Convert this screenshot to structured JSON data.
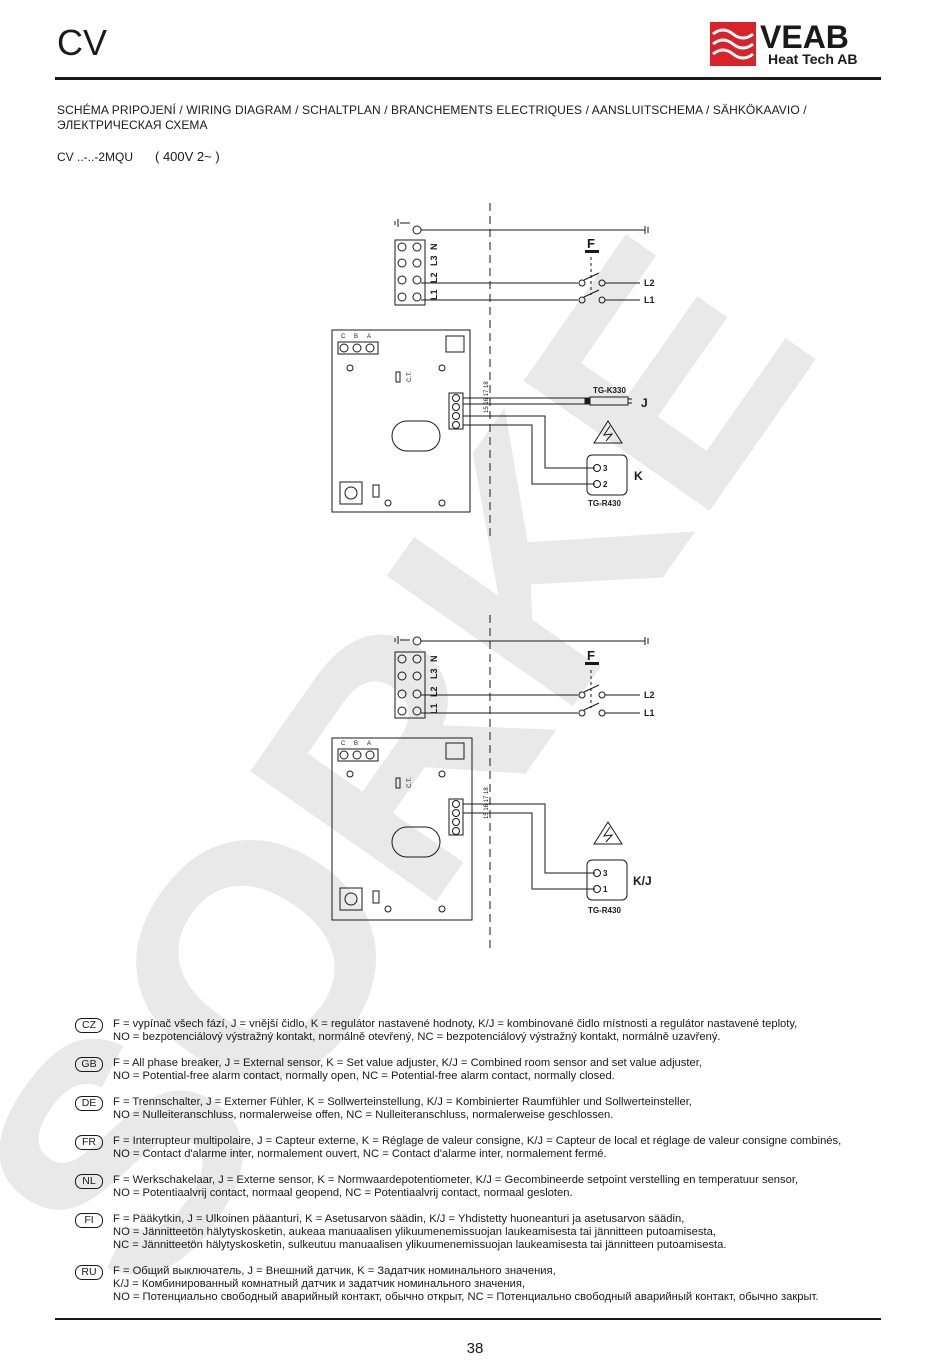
{
  "header": {
    "title": "CV",
    "logo_word": "VEAB",
    "logo_sub": "Heat Tech AB"
  },
  "heading_line1": "SCHÉMA PRIPOJENÍ  /  WIRING DIAGRAM  /  SCHALTPLAN  /  BRANCHEMENTS ELECTRIQUES  /  AANSLUITSCHEMA  /  SÄHKÖKAAVIO  /",
  "heading_line2": "ЭЛЕКТРИЧЕСКАЯ СХЕМА",
  "model": {
    "code": "CV ..-..-2MQU",
    "spec": "( 400V 2~ )"
  },
  "watermark": "SORKE",
  "diagram1": {
    "terminal_labels": [
      "N",
      "L3",
      "L2",
      "L1"
    ],
    "breaker": "F",
    "line_labels": [
      "L2",
      "L1"
    ],
    "board_terms": [
      "C",
      "B",
      "A"
    ],
    "ct_label": "C.T.",
    "strip_nums": "15 16 17 18",
    "sensor_model": "TG-K330",
    "sensor_letter": "J",
    "unit_terms": [
      "3",
      "2"
    ],
    "unit_letter": "K",
    "unit_model": "TG-R430"
  },
  "diagram2": {
    "terminal_labels": [
      "N",
      "L3",
      "L2",
      "L1"
    ],
    "breaker": "F",
    "line_labels": [
      "L2",
      "L1"
    ],
    "board_terms": [
      "C",
      "B",
      "A"
    ],
    "ct_label": "C.T.",
    "strip_nums": "15 16 17 18",
    "unit_terms": [
      "3",
      "1"
    ],
    "unit_letter": "K/J",
    "unit_model": "TG-R430"
  },
  "legend": [
    {
      "code": "CZ",
      "lines": [
        "F = vypínač všech fází, J = vnější čidlo, K = regulátor nastavené hodnoty, K/J = kombinované čidlo místnosti a regulátor nastavené teploty,",
        "NO = bezpotenciálový výstražný kontakt, normálně otevřený, NC = bezpotenciálový výstražný kontakt, normálně uzavřený."
      ]
    },
    {
      "code": "GB",
      "lines": [
        "F = All phase breaker,  J = External sensor,  K = Set value adjuster, K/J = Combined room sensor and set value adjuster,",
        "NO = Potential-free alarm contact, normally open,  NC = Potential-free alarm contact, normally closed."
      ]
    },
    {
      "code": "DE",
      "lines": [
        "F = Trennschalter,  J = Externer Fühler,  K = Sollwerteinstellung, K/J = Kombinierter Raumfühler und Sollwerteinsteller,",
        "NO = Nulleiteranschluss, normalerweise offen,  NC = Nulleiteranschluss, normalerweise geschlossen."
      ]
    },
    {
      "code": "FR",
      "lines": [
        "F = Interrupteur multipolaire,  J = Capteur externe,  K = Réglage de valeur consigne, K/J = Capteur de local et réglage de valeur consigne combinés,",
        "NO = Contact d'alarme inter, normalement ouvert,  NC = Contact d'alarme inter, normalement fermé."
      ]
    },
    {
      "code": "NL",
      "lines": [
        "F = Werkschakelaar,  J = Externe sensor,  K = Normwaardepotentiometer, K/J = Gecombineerde setpoint verstelling en temperatuur sensor,",
        "NO = Potentiaalvrij contact, normaal geopend,  NC = Potentiaalvrij contact, normaal gesloten."
      ]
    },
    {
      "code": "FI",
      "lines": [
        "F = Pääkytkin,  J = Ulkoinen pääanturi,  K = Asetusarvon säädin, K/J = Yhdistetty huoneanturi ja asetusarvon säädin,",
        "NO = Jännitteetön hälytyskosketin, aukeaa manuaalisen ylikuumenemissuojan laukeamisesta tai jännitteen putoamisesta,",
        "NC = Jännitteetön hälytyskosketin, sulkeutuu manuaalisen ylikuumenemissuojan laukeamisesta tai jännitteen putoamisesta."
      ]
    },
    {
      "code": "RU",
      "lines": [
        "F = Общий выключатель,  J = Внешний датчик,  K = Задатчик номинального значения,",
        "K/J = Комбинированный комнатный датчик и задатчик номинального значения,",
        "NO = Потенциально свободный аварийный контакт, обычно открыт,  NC = Потенциально свободный аварийный контакт, обычно закрыт."
      ]
    }
  ],
  "footer": {
    "page_number": "38"
  },
  "colors": {
    "ink": "#1a1a1a",
    "logo_red": "#d8232a",
    "watermark": "#e9e9e9"
  }
}
